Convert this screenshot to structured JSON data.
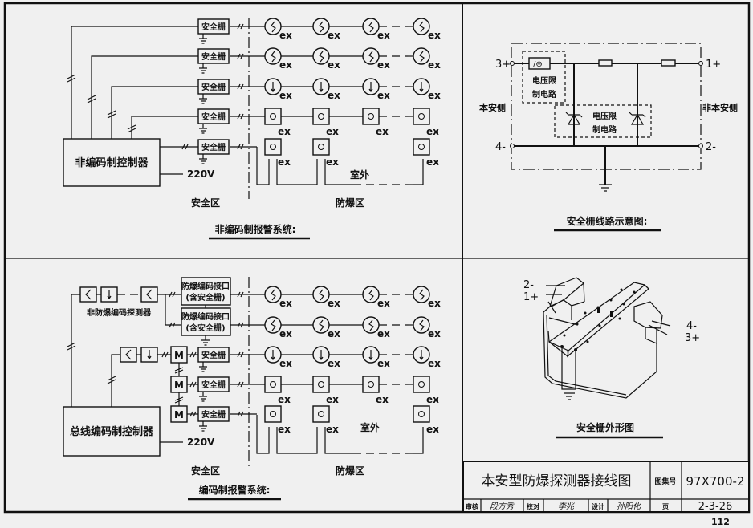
{
  "colors": {
    "background": "#f0f0f0",
    "ink": "#111111"
  },
  "panel_noncoded": {
    "controller_label": "非编码制控制器",
    "power_label": "220V",
    "barrier_label": "安全栅",
    "detector_suffix": "ex",
    "safe_zone_label": "安全区",
    "hazard_zone_label": "防爆区",
    "outdoor_label": "室外",
    "caption": "非编码制报警系统:",
    "rows": [
      {
        "detector_icon": "smoke-detector-icon",
        "symbol": "S",
        "count": 4
      },
      {
        "detector_icon": "smoke-detector-icon",
        "symbol": "S",
        "count": 4
      },
      {
        "detector_icon": "heat-detector-icon",
        "symbol": "↓",
        "count": 4
      },
      {
        "detector_icon": "manual-button-icon",
        "symbol": "○",
        "count": 4
      },
      {
        "detector_icon": "manual-button-icon",
        "symbol": "○",
        "count": 3
      }
    ]
  },
  "panel_coded": {
    "controller_label": "总线编码制控制器",
    "power_label": "220V",
    "nonexplosion_detectors_label": "非防爆编码探测器",
    "interface_label_line1": "防爆编码接口",
    "interface_label_line2": "(含安全栅)",
    "barrier_label": "安全栅",
    "module_label": "M",
    "detector_suffix": "ex",
    "safe_zone_label": "安全区",
    "hazard_zone_label": "防爆区",
    "outdoor_label": "室外",
    "caption": "编码制报警系统:",
    "chain_symbols": [
      "S",
      "↓",
      "S"
    ],
    "bus_chain_symbols": [
      "S",
      "↓"
    ]
  },
  "panel_circuit": {
    "terminal_3": "3+",
    "terminal_1": "1+",
    "terminal_4": "4-",
    "terminal_2": "2-",
    "intrinsic_side": "本安侧",
    "nonintrinsic_side": "非本安侧",
    "limiter_line1": "电压限",
    "limiter_line2": "制电路",
    "caption": "安全栅线路示意图:"
  },
  "panel_exterior": {
    "label_2": "2-",
    "label_1": "1+",
    "label_4": "4-",
    "label_3": "3+",
    "caption": "安全栅外形图"
  },
  "title_block": {
    "title": "本安型防爆探测器接线图",
    "atlas_label": "图集号",
    "atlas_no": "97X700-2",
    "review_label": "审核",
    "review_sign": "段方秀",
    "check_label": "校对",
    "check_sign": "李兆",
    "design_label": "设计",
    "design_sign": "孙阳化",
    "page_label": "页",
    "page_no": "2-3-26"
  },
  "page_number": "112"
}
